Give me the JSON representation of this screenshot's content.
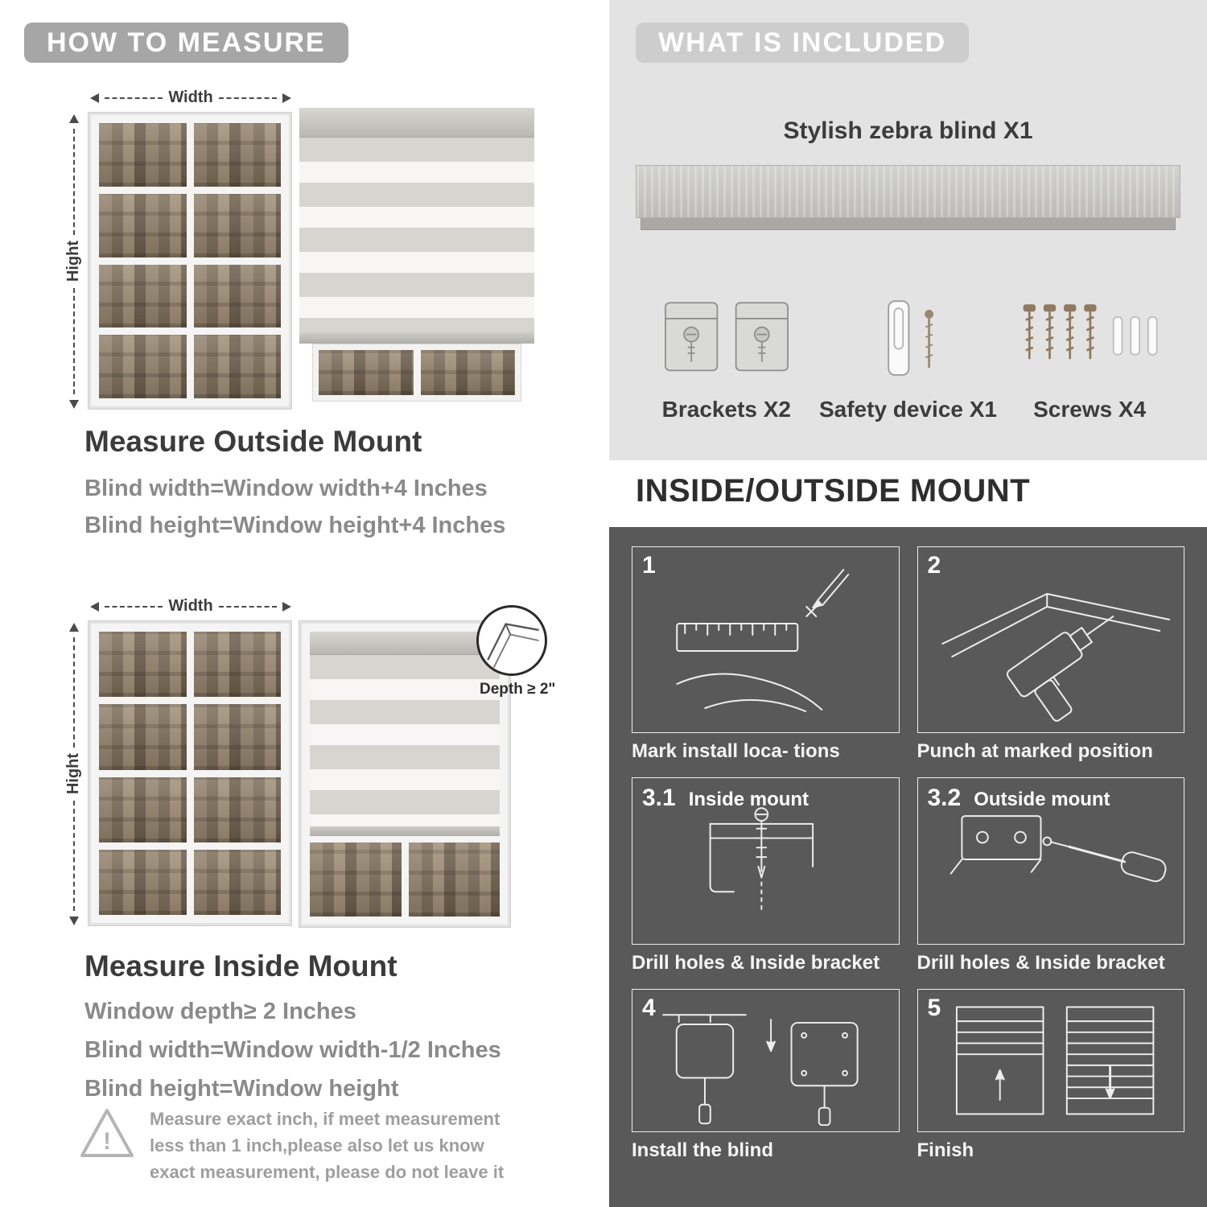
{
  "colors": {
    "banner_gray": "#a6a6a6",
    "included_panel_bg": "#e3e3e3",
    "mount_panel_bg": "#595959",
    "heading_dark": "#3b3b3b",
    "body_gray": "#8a8a8a"
  },
  "measure": {
    "title": "HOW TO MEASURE",
    "outside": {
      "width_label": "Width",
      "height_label": "Hight",
      "heading": "Measure Outside Mount",
      "lines": [
        "Blind width=Window width+4 Inches",
        "Blind height=Window height+4 Inches"
      ]
    },
    "inside": {
      "width_label": "Width",
      "height_label": "Hight",
      "depth_label": "Depth ≥ 2\"",
      "heading": "Measure Inside Mount",
      "lines": [
        "Window depth≥ 2 Inches",
        "Blind width=Window width-1/2 Inches",
        "Blind height=Window height"
      ]
    },
    "note": {
      "mark": "!",
      "text": "Measure exact inch, if meet measurement less than 1 inch,please also let us know exact measurement, please do not leave it"
    }
  },
  "included": {
    "title": "WHAT IS INCLUDED",
    "blind_label": "Stylish zebra blind X1",
    "items": [
      {
        "label": "Brackets X2"
      },
      {
        "label": "Safety device X1"
      },
      {
        "label": "Screws X4"
      }
    ]
  },
  "mount": {
    "title": "INSIDE/OUTSIDE MOUNT",
    "steps": [
      {
        "num": "1",
        "caption": "Mark install loca- tions"
      },
      {
        "num": "2",
        "caption": "Punch at  marked position"
      },
      {
        "num": "3.1",
        "label": "Inside mount",
        "caption": "Drill holes &  Inside bracket"
      },
      {
        "num": "3.2",
        "label": "Outside mount",
        "caption": "Drill holes &  Inside bracket"
      },
      {
        "num": "4",
        "caption": "Install the blind"
      },
      {
        "num": "5",
        "caption": "Finish"
      }
    ]
  }
}
